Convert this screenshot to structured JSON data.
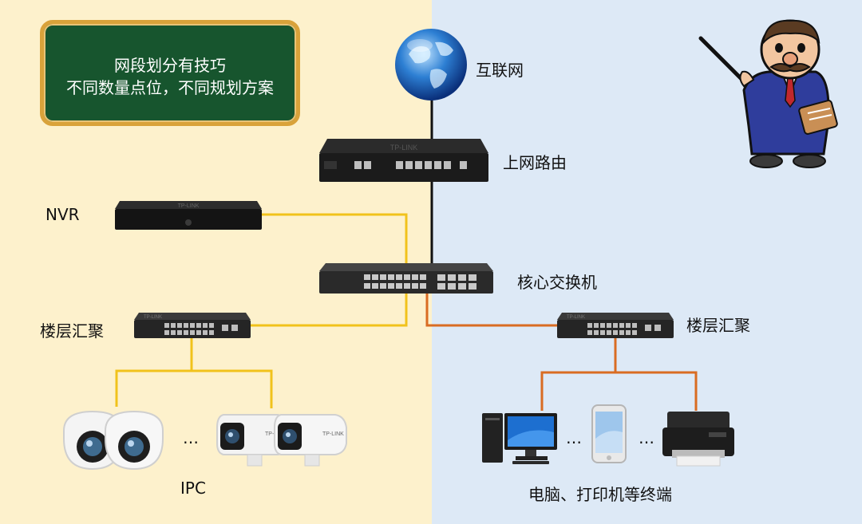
{
  "colors": {
    "left_bg": "#fdf1cc",
    "right_bg": "#dde9f6",
    "board_bg": "#17552e",
    "board_border": "#d9a23a",
    "wire_black": "#111111",
    "wire_yellow": "#f1c21b",
    "wire_orange": "#d96c22"
  },
  "board": {
    "line1": "网段划分有技巧",
    "line2": "不同数量点位，不同规划方案"
  },
  "nodes": {
    "internet": "互联网",
    "router": "上网路由",
    "nvr": "NVR",
    "core_switch": "核心交换机",
    "floor_switch_left": "楼层汇聚",
    "floor_switch_right": "楼层汇聚",
    "ipc": "IPC",
    "terminals": "电脑、打印机等终端"
  },
  "ellipsis": "…",
  "icons": [
    "globe-icon",
    "teacher-icon",
    "router-icon",
    "nvr-icon",
    "switch-icon",
    "dome-camera-icon",
    "bullet-camera-icon",
    "desktop-pc-icon",
    "smartphone-icon",
    "printer-icon"
  ]
}
